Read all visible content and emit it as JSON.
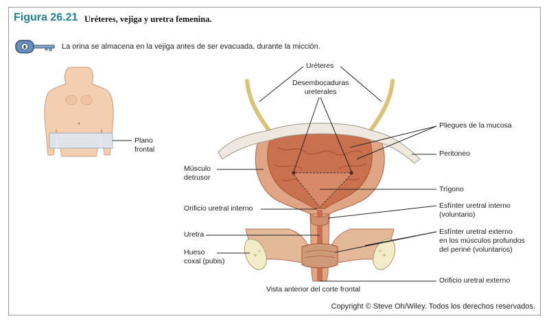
{
  "header": {
    "figure_number": "Figura 26.21",
    "figure_title": "Uréteres, vejiga y uretra femenina."
  },
  "intro_text": "La orina se almacena en la vejiga antes de ser evacuada, durante la micción.",
  "key_icon": "key-icon",
  "labels": {
    "plano_frontal": "Plano\nfrontal",
    "ureteres": "Uréteres",
    "desembocaduras": "Desembocaduras\nureterales",
    "pliegues": "Pliegues de la mucosa",
    "peritoneo": "Peritoneo",
    "musculo_detrusor": "Músculo\ndetrusor",
    "trigono": "Trígono",
    "orificio_interno": "Orificio uretral interno",
    "esfinter_interno": "Esfínter uretral interno\n(voluntario)",
    "uretra": "Uretra",
    "esfinter_externo": "Esfínter uretral externo\nen los músculos profundos\ndel periné (voluntarios)",
    "hueso_coxal": "Hueso\ncoxal (pubis)",
    "orificio_externo": "Orificio uretral externo",
    "vista": "Vista anterior del corte frontal"
  },
  "copyright": "Copyright © Steve Oh/Wiley. Todos los derechos reservados.",
  "colors": {
    "title_teal": "#1e7e8f",
    "skin": "#f2cfb0",
    "muscle": "#e0a585",
    "mucosa": "#c9704e",
    "mucosa_dark": "#a9502f",
    "peritoneum": "#efe8df",
    "bone": "#f3ecc9",
    "ureter": "#d9c27a"
  }
}
